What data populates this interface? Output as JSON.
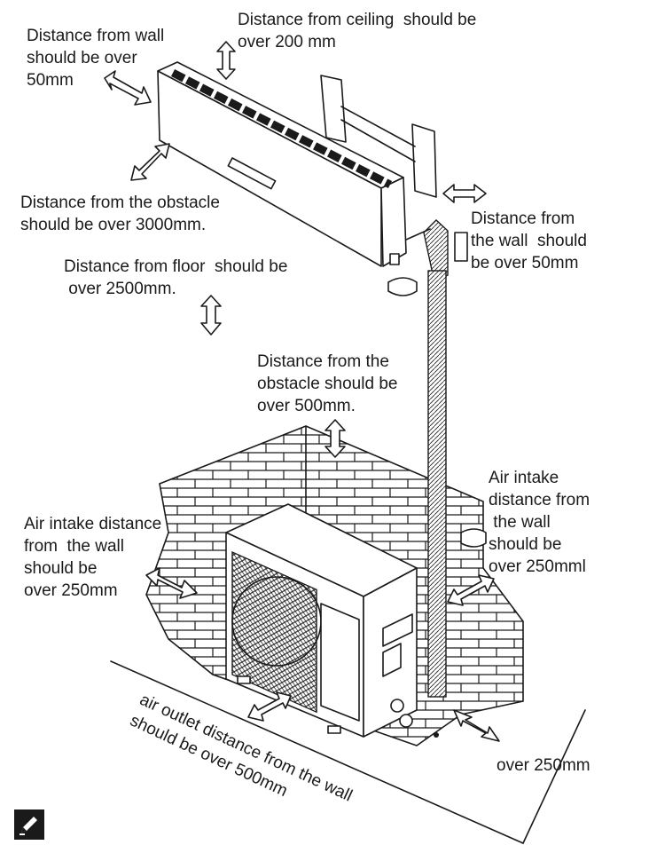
{
  "labels": {
    "wall_indoor": "Distance from wall\nshould be over\n50mm",
    "ceiling": "Distance from ceiling  should be\nover 200 mm",
    "obstacle_indoor": "Distance from the obstacle\nshould be over 3000mm.",
    "floor": "Distance from floor  should be\n over 2500mm.",
    "wall_right_indoor": "Distance from\nthe wall  should\nbe over 50mm",
    "obstacle_outdoor": "Distance from the\nobstacle should be\nover 500mm.",
    "air_intake_right": "Air intake\ndistance from\n the wall\nshould be\nover 250mml",
    "air_intake_left": "Air intake distance\nfrom  the wall\nshould be\nover 250mm",
    "outlet": "air outlet distance from the wall\nshould be over 500mm",
    "over_250": "over 250mm"
  },
  "icons": {
    "note": "pencil-note-icon"
  }
}
